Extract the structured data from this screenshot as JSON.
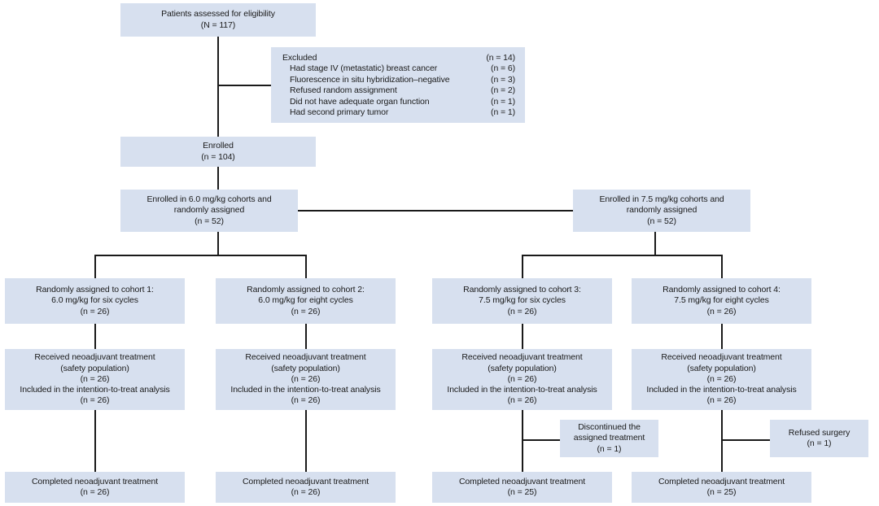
{
  "diagram": {
    "type": "consort-flow-diagram",
    "box_fill": "#d7e0ef",
    "line_color": "#1a1a1a",
    "nodes": {
      "assessed": {
        "line1": "Patients assessed for eligibility",
        "line2": "(N = 117)"
      },
      "excluded": {
        "title": "Excluded",
        "title_count": "(n = 14)",
        "reasons": [
          {
            "label": "Had stage IV (metastatic) breast cancer",
            "count": "(n = 6)"
          },
          {
            "label": "Fluorescence in situ hybridization–negative",
            "count": "(n = 3)"
          },
          {
            "label": "Refused random assignment",
            "count": "(n = 2)"
          },
          {
            "label": "Did not have adequate organ function",
            "count": "(n = 1)"
          },
          {
            "label": "Had second primary tumor",
            "count": "(n = 1)"
          }
        ]
      },
      "enrolled": {
        "line1": "Enrolled",
        "line2": "(n = 104)"
      },
      "enrolled_60": {
        "line1": "Enrolled in 6.0 mg/kg cohorts and",
        "line2": "randomly assigned",
        "line3": "(n = 52)"
      },
      "enrolled_75": {
        "line1": "Enrolled in 7.5 mg/kg cohorts and",
        "line2": "randomly assigned",
        "line3": "(n = 52)"
      },
      "cohort1": {
        "line1": "Randomly assigned to cohort 1:",
        "line2": "6.0 mg/kg for six cycles",
        "line3": "(n = 26)"
      },
      "cohort2": {
        "line1": "Randomly assigned to cohort 2:",
        "line2": "6.0 mg/kg for eight cycles",
        "line3": "(n = 26)"
      },
      "cohort3": {
        "line1": "Randomly assigned to cohort 3:",
        "line2": "7.5 mg/kg for six cycles",
        "line3": "(n = 26)"
      },
      "cohort4": {
        "line1": "Randomly assigned to cohort 4:",
        "line2": "7.5 mg/kg for eight cycles",
        "line3": "(n = 26)"
      },
      "received1": {
        "line1": "Received neoadjuvant treatment",
        "line2": "(safety population)",
        "line3": "(n = 26)",
        "line4": "Included in the intention-to-treat analysis",
        "line5": "(n = 26)"
      },
      "received2": {
        "line1": "Received neoadjuvant treatment",
        "line2": "(safety population)",
        "line3": "(n = 26)",
        "line4": "Included in the intention-to-treat analysis",
        "line5": "(n = 26)"
      },
      "received3": {
        "line1": "Received neoadjuvant treatment",
        "line2": "(safety population)",
        "line3": "(n = 26)",
        "line4": "Included in the intention-to-treat analysis",
        "line5": "(n = 26)"
      },
      "received4": {
        "line1": "Received neoadjuvant treatment",
        "line2": "(safety population)",
        "line3": "(n = 26)",
        "line4": "Included in the intention-to-treat analysis",
        "line5": "(n = 26)"
      },
      "discontinued3": {
        "line1": "Discontinued the",
        "line2": "assigned treatment",
        "line3": "(n = 1)"
      },
      "refused4": {
        "line1": "Refused surgery",
        "line2": "(n = 1)"
      },
      "completed1": {
        "line1": "Completed neoadjuvant treatment",
        "line2": "(n = 26)"
      },
      "completed2": {
        "line1": "Completed neoadjuvant treatment",
        "line2": "(n = 26)"
      },
      "completed3": {
        "line1": "Completed neoadjuvant treatment",
        "line2": "(n = 25)"
      },
      "completed4": {
        "line1": "Completed neoadjuvant treatment",
        "line2": "(n = 25)"
      }
    }
  }
}
